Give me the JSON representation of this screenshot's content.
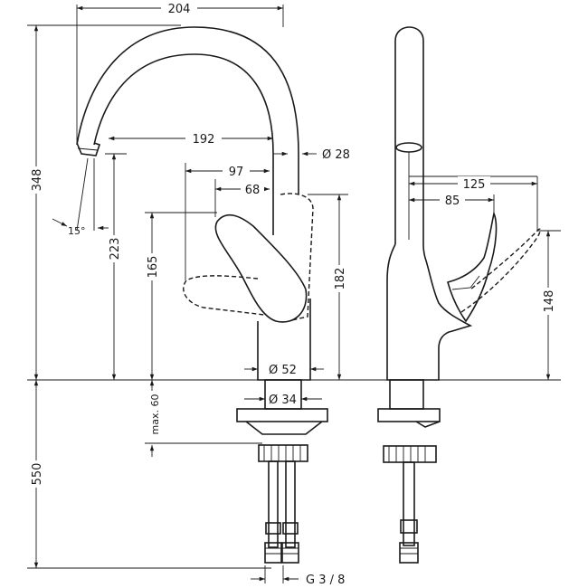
{
  "front_view": {
    "dims": {
      "total_reach": "204",
      "spout_reach": "192",
      "handle_reach": "97",
      "lever_reach": "68",
      "spout_diameter": "Ø 28",
      "total_height": "348",
      "spout_height": "223",
      "lever_height": "165",
      "body_height": "182",
      "spout_angle": "15°",
      "base_diameter": "Ø 52",
      "shank_diameter": "Ø 34",
      "max_thickness": "max. 60",
      "hose_length": "550",
      "connection_thread": "G 3 / 8"
    }
  },
  "side_view": {
    "dims": {
      "lever_open_reach": "125",
      "lever_closed_reach": "85",
      "lever_open_height": "148"
    }
  }
}
